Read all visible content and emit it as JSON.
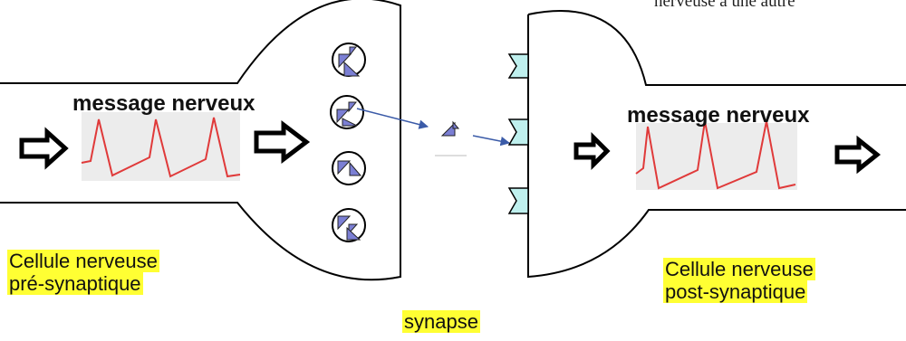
{
  "diagram": {
    "top_text_partial": "nerveuse à une autre",
    "pre_cell": {
      "message_label": "message nerveux",
      "cell_label_line1": "Cellule nerveuse",
      "cell_label_line2": "pré-synaptique"
    },
    "post_cell": {
      "message_label": "message nerveux",
      "cell_label_line1": "Cellule nerveuse",
      "cell_label_line2": "post-synaptique"
    },
    "synapse_label": "synapse",
    "colors": {
      "outline": "#000000",
      "signal": "#e03a3a",
      "signal_bg": "#ececec",
      "highlight": "#ffff33",
      "vesicle_fill": "#7b7fd4",
      "receptor_fill": "#bff0ee",
      "arrow_blue": "#3b5ba8"
    }
  }
}
